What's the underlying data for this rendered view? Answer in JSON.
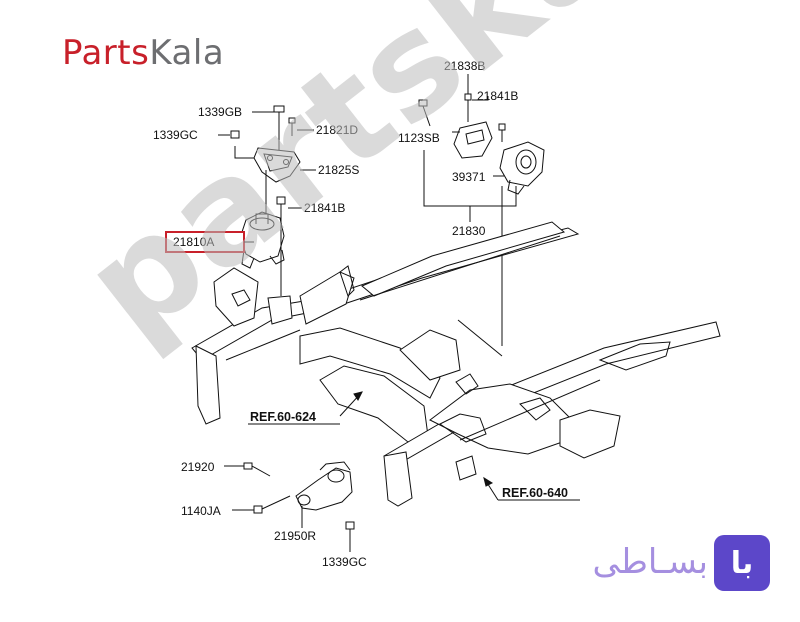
{
  "brand": {
    "part1": "Parts",
    "part2": "Kala"
  },
  "watermark": "partskala.ir",
  "badge": {
    "icon_text": "با",
    "text": "بسـاطی"
  },
  "labels": {
    "l1339GB": "1339GB",
    "l21821D": "21821D",
    "l1339GC_top": "1339GC",
    "l21825S": "21825S",
    "l21841B_left": "21841B",
    "l21810A": "21810A",
    "l21838B": "21838B",
    "l21841B_right": "21841B",
    "l1123SB": "1123SB",
    "l39371": "39371",
    "l21830": "21830",
    "ref624": "REF.60-624",
    "ref640": "REF.60-640",
    "l21920": "21920",
    "l1140JA": "1140JA",
    "l21950R": "21950R",
    "l1339GC_bottom": "1339GC"
  },
  "colors": {
    "highlight_box": "#c8202a",
    "brand_red": "#c8202a",
    "brand_gray": "#6d6e71",
    "badge_purple": "#5c47c9"
  }
}
